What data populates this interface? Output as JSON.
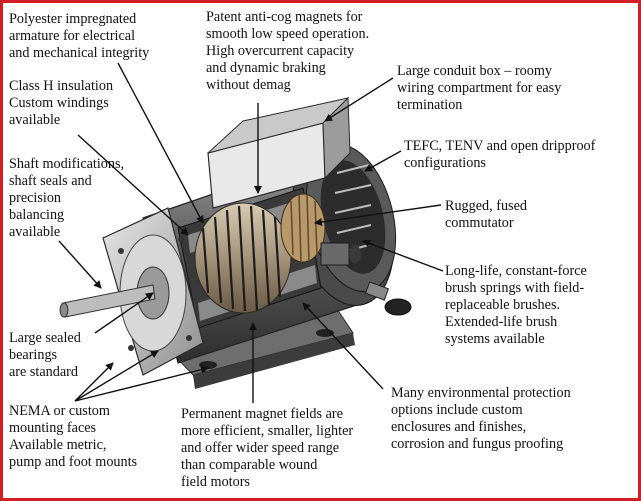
{
  "callouts": {
    "armature": "Polyester impregnated\narmature for electrical\nand mechanical integrity",
    "magnets": "Patent anti-cog magnets for\nsmooth low speed operation.\nHigh overcurrent capacity\nand dynamic braking\nwithout demag",
    "insulation": "Class H insulation\nCustom windings\navailable",
    "conduit": "Large conduit box – roomy\nwiring compartment for easy\ntermination",
    "enclosure": "TEFC, TENV and open dripproof\nconfigurations",
    "shaft": "Shaft modifications,\nshaft seals and\nprecision\nbalancing\navailable",
    "commutator": "Rugged, fused\ncommutator",
    "brushes": "Long-life, constant-force\nbrush springs with field-\nreplaceable brushes.\nExtended-life brush\nsystems available",
    "bearings": "Large sealed\nbearings\nare standard",
    "protection": "Many environmental protection\noptions include custom\nenclosures and finishes,\ncorrosion and fungus proofing",
    "nema": "NEMA or custom\nmounting faces\nAvailable metric,\npump and foot mounts",
    "fields": "Permanent magnet fields are\nmore efficient, smaller, lighter\nand offer wider speed range\nthan comparable wound\nfield motors"
  },
  "colors": {
    "border": "#d21f26",
    "text": "#111111",
    "motor_dark": "#3a3a3a",
    "motor_mid": "#7d7d7d",
    "motor_light": "#cfcfcf"
  }
}
